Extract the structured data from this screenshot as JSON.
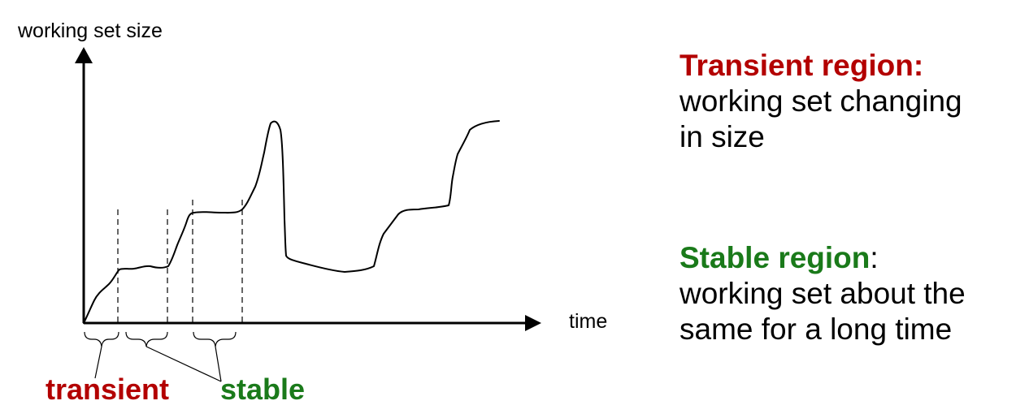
{
  "diagram": {
    "y_axis_label": "working set size",
    "x_axis_label": "time",
    "transient_label": "transient",
    "stable_label": "stable"
  },
  "explanations": {
    "transient": {
      "heading": "Transient region:",
      "text_lines": [
        "working set changing",
        "in size"
      ]
    },
    "stable": {
      "heading": "Stable region",
      "heading_suffix": ":",
      "text_lines": [
        "working set about the",
        "same for a long time"
      ]
    }
  },
  "colors": {
    "transient": "#b30000",
    "stable": "#1a7a1a",
    "line": "#000000"
  }
}
